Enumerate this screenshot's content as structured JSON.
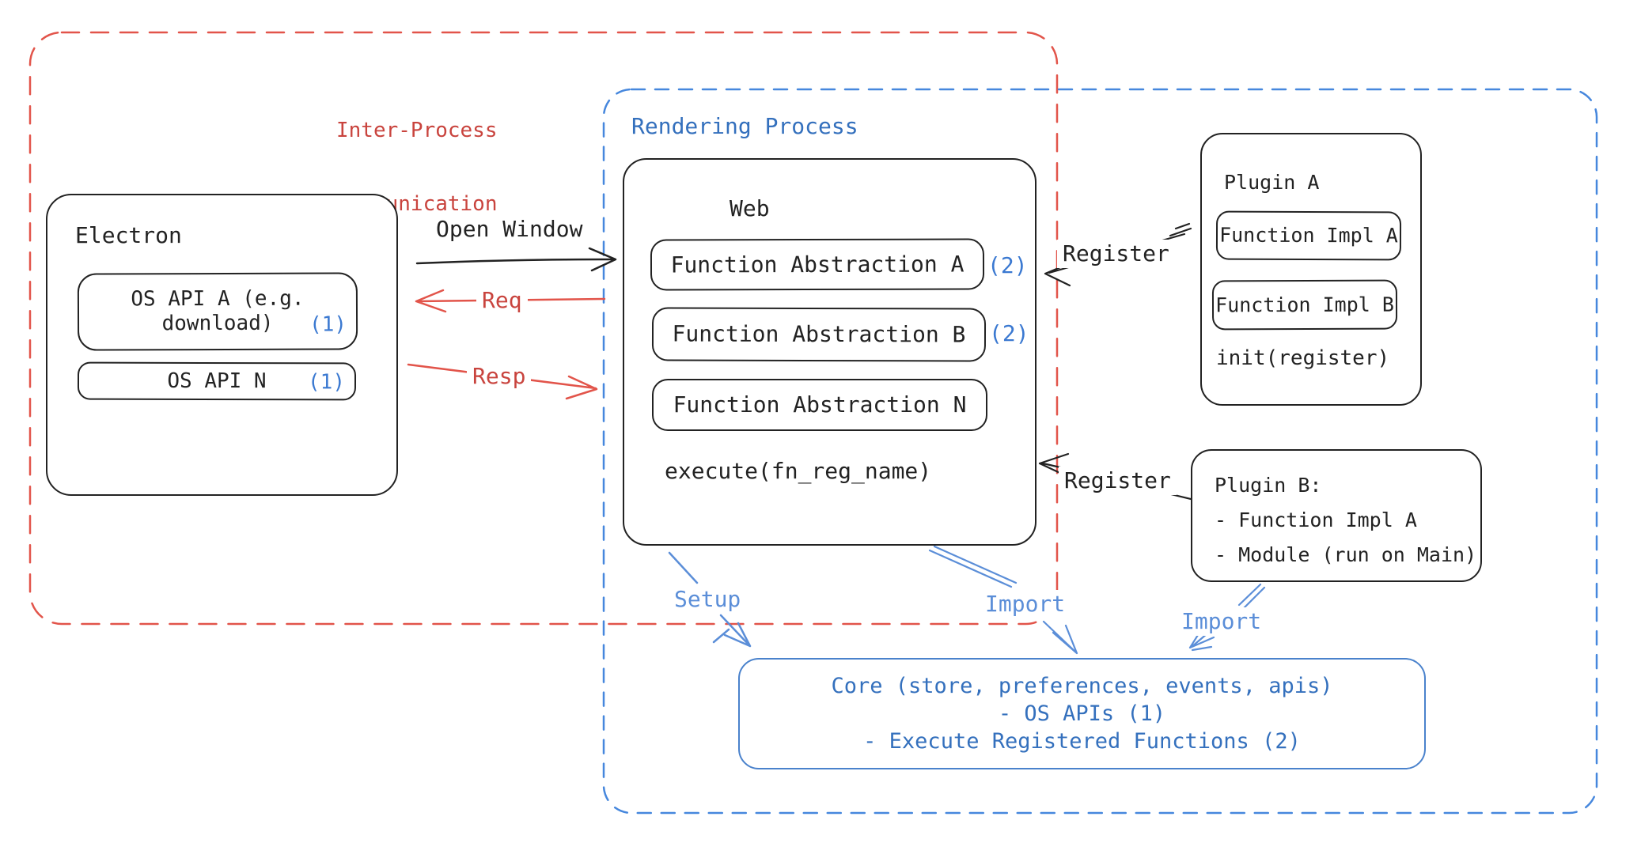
{
  "colors": {
    "black": "#222222",
    "red_text": "#c9443e",
    "red_line": "#e2544a",
    "blue_text": "#3470bd",
    "blue_bright": "#3b79d1",
    "blue_line": "#5b8ed8",
    "blue_dash": "#4687dd",
    "core_border": "#4a82cc",
    "background": "#ffffff"
  },
  "ipc_region": {
    "label_line1": "Inter-Process",
    "label_line2": "Communication"
  },
  "rendering_region": {
    "label": "Rendering Process"
  },
  "electron": {
    "title": "Electron",
    "os_api_a_line1": "OS API A (e.g.",
    "os_api_a_line2": "download)",
    "os_api_a_ref": "(1)",
    "os_api_n": "OS API N",
    "os_api_n_ref": "(1)"
  },
  "web": {
    "title": "Web",
    "fa_a": "Function Abstraction A",
    "fa_a_ref": "(2)",
    "fa_b": "Function Abstraction B",
    "fa_b_ref": "(2)",
    "fa_n": "Function Abstraction N",
    "execute": "execute(fn_reg_name)"
  },
  "plugin_a": {
    "title": "Plugin A",
    "impl_a": "Function Impl A",
    "impl_b": "Function Impl B",
    "init": "init(register)"
  },
  "plugin_b": {
    "line1": "Plugin B:",
    "line2": "- Function Impl A",
    "line3": "- Module (run on Main)"
  },
  "core": {
    "line1": "Core (store, preferences, events, apis)",
    "line2": "- OS APIs (1)",
    "line3": "- Execute Registered Functions (2)"
  },
  "arrows": {
    "open_window": "Open Window",
    "req": "Req",
    "resp": "Resp",
    "register_top": "Register",
    "register_bottom": "Register",
    "setup": "Setup",
    "import_web": "Import",
    "import_plugin_b": "Import"
  }
}
